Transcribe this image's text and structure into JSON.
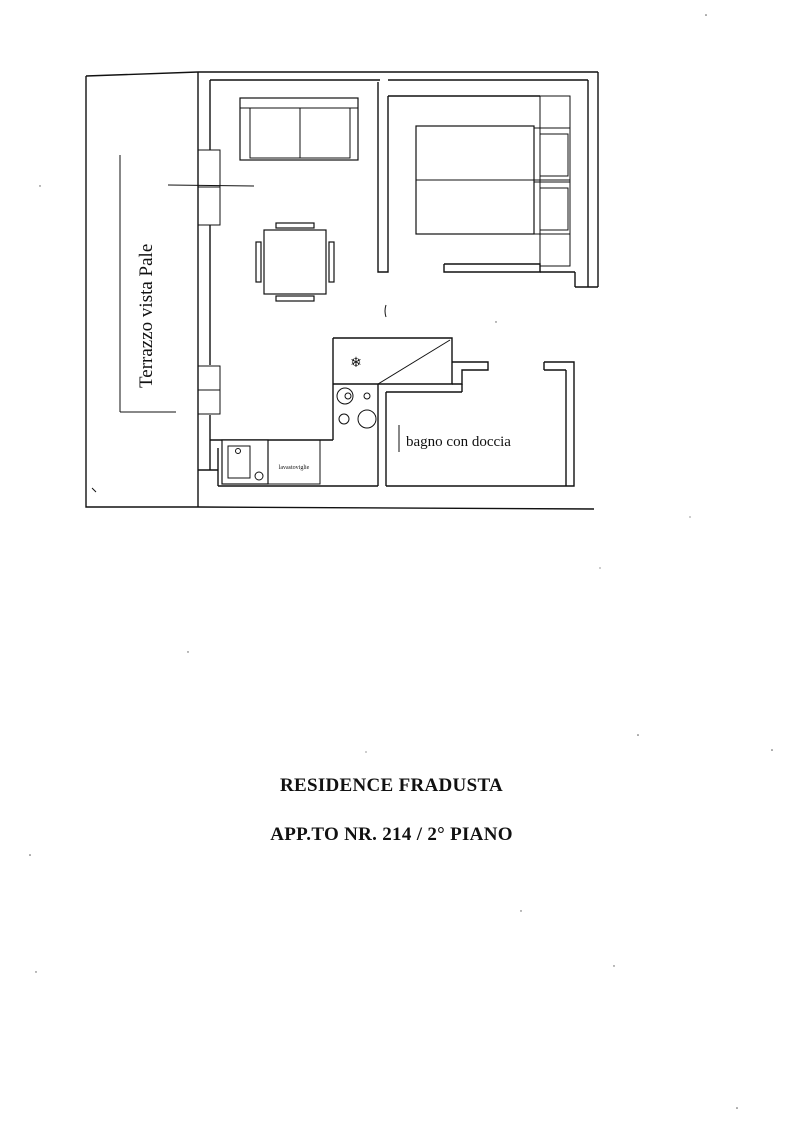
{
  "plan": {
    "terrace_label": "Terrazzo vista Pale",
    "bathroom_label": "bagno con doccia",
    "appliance_label": "lavastoviglie",
    "freezer_symbol": "❄"
  },
  "caption": {
    "title": "RESIDENCE FRADUSTA",
    "subtitle": "APP.TO NR. 214 / 2° PIANO"
  }
}
